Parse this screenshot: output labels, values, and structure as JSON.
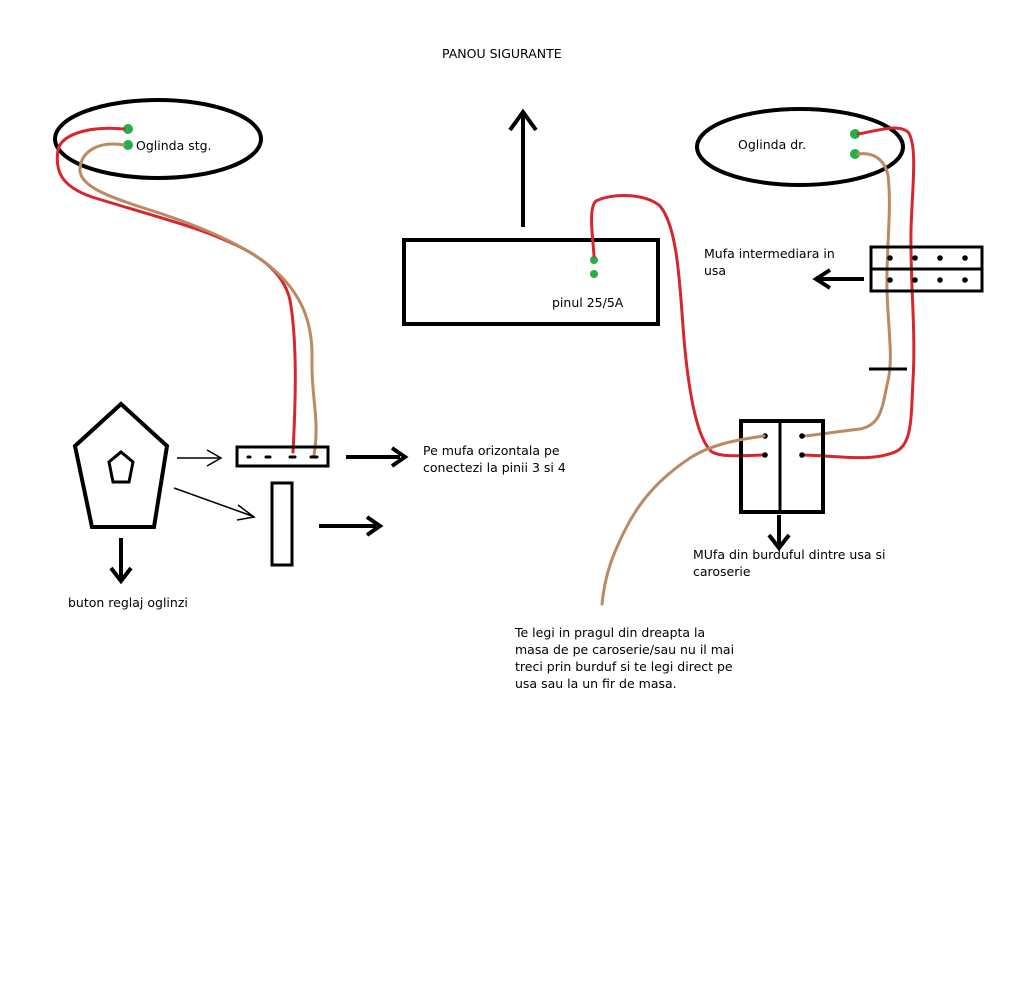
{
  "title": "PANOU SIGURANTE",
  "labels": {
    "left_mirror": "Oglinda stg.",
    "right_mirror": "Oglinda dr.",
    "fuse_pin": "pinul 25/5A",
    "door_connector": "Mufa intermediara in usa",
    "horizontal_connector": "Pe mufa orizontala pe conectezi la pinii 3 si 4",
    "mirror_switch": "buton reglaj oglinzi",
    "boot_connector": "MUfa din burduful dintre usa si caroserie",
    "ground_note": "Te legi in pragul din dreapta la masa de pe caroserie/sau nu il mai treci prin burduf si te legi direct pe usa sau la un fir de masa."
  },
  "colors": {
    "outline": "#000000",
    "wire_power": "#d7262d",
    "wire_ground": "#b98a64",
    "pin_green": "#22b04b"
  }
}
